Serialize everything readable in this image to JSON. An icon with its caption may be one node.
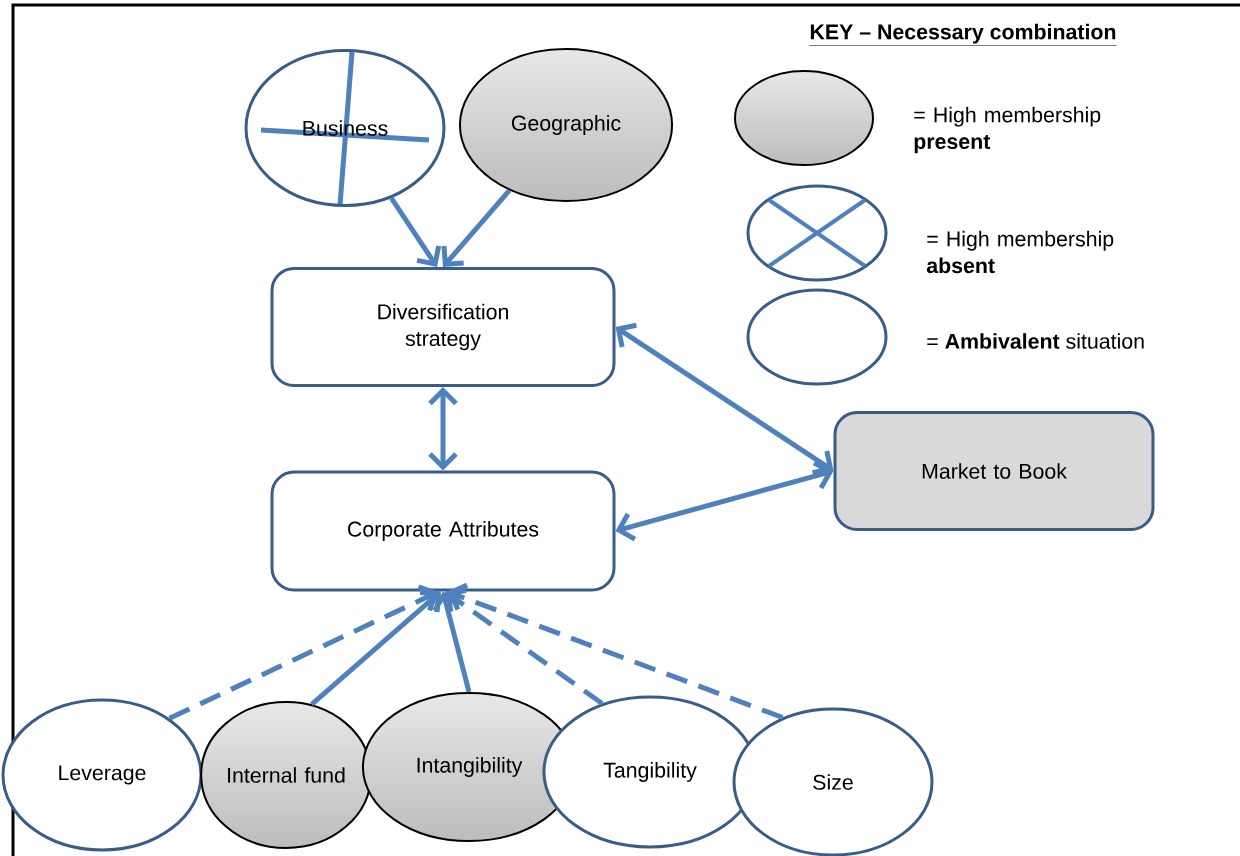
{
  "diagram": {
    "nodes": [
      {
        "text": [
          "Business"
        ]
      },
      {
        "text": [
          "Geographic"
        ]
      },
      {
        "text": [
          "Diversification strategy"
        ]
      },
      {
        "text": [
          "Corporate Attributes"
        ]
      },
      {
        "text": [
          "Market to Book"
        ]
      },
      {
        "text": [
          "Leverage"
        ]
      },
      {
        "text": [
          "Internal fund"
        ]
      },
      {
        "text": [
          "Intangibility"
        ]
      },
      {
        "text": [
          "Tangibility"
        ]
      },
      {
        "text": [
          "Size"
        ]
      }
    ],
    "edges": [
      {
        "from": 0,
        "to": 2,
        "arrow": "to"
      },
      {
        "from": 1,
        "to": 2,
        "arrow": "to"
      },
      {
        "from": 2,
        "to": 3,
        "arrow": "both"
      },
      {
        "from": 2,
        "to": 4,
        "arrow": "both"
      },
      {
        "from": 3,
        "to": 4,
        "arrow": "both"
      },
      {
        "from": 5,
        "to": 3,
        "arrow": "to",
        "style": "dashed"
      },
      {
        "from": 6,
        "to": 3,
        "arrow": "to"
      },
      {
        "from": 7,
        "to": 3,
        "arrow": "to"
      },
      {
        "from": 8,
        "to": 3,
        "arrow": "to",
        "style": "dashed"
      },
      {
        "from": 9,
        "to": 3,
        "arrow": "to",
        "style": "dashed"
      }
    ],
    "labels": [
      "KEY – Necessary combination"
    ],
    "legend": [
      {
        "text": "= High membership **present**"
      },
      {
        "text": "= High membership **absent**"
      },
      {
        "text": "= **Ambivalent** situation"
      }
    ]
  }
}
